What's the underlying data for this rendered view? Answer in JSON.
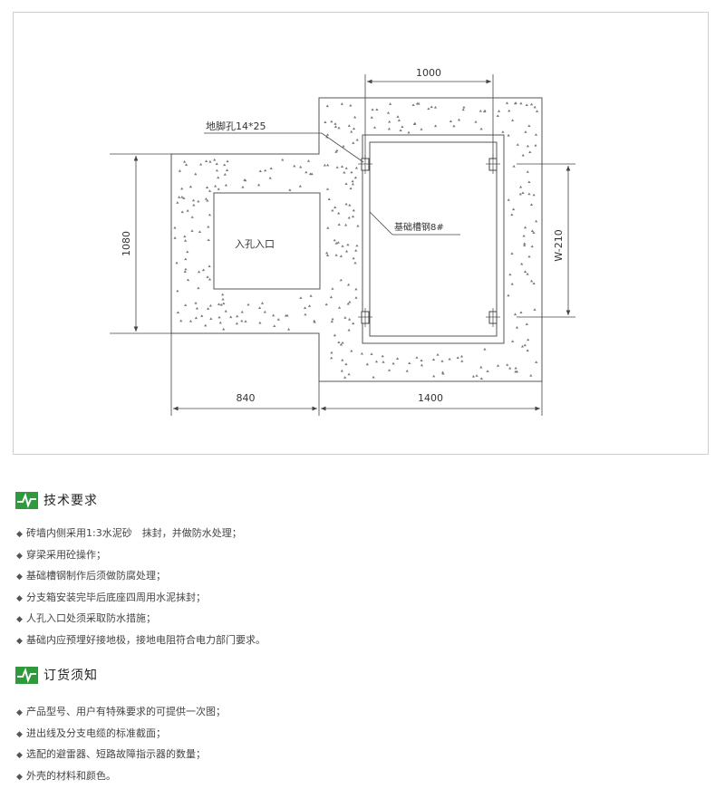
{
  "drawing": {
    "labels": {
      "anchor_hole": "地脚孔14*25",
      "channel_steel": "基础槽钢8#",
      "manhole": "入孔入口"
    },
    "dimensions": {
      "top_width": "1000",
      "left_height": "1080",
      "right_height": "W-210",
      "bottom_left_width": "840",
      "bottom_right_width": "1400"
    }
  },
  "tech": {
    "title": "技术要求",
    "icon": "green-pulse-icon",
    "items": [
      "砖墙内侧采用1:3水泥砂　抹封，并做防水处理；",
      "穿梁采用砼操作；",
      "基础槽钢制作后须做防腐处理；",
      "分支箱安装完毕后底座四周用水泥抹封；",
      "人孔入口处须采取防水措施；",
      "基础内应预埋好接地极，接地电阻符合电力部门要求。"
    ]
  },
  "order": {
    "title": "订货须知",
    "icon": "green-pulse-icon",
    "items": [
      "产品型号、用户有特殊要求的可提供一次图；",
      "进出线及分支电缆的标准截面；",
      "选配的避雷器、短路故障指示器的数量；",
      "外壳的材料和颜色。"
    ]
  },
  "colors": {
    "accent": "#2e9a3c",
    "line": "#444444"
  }
}
